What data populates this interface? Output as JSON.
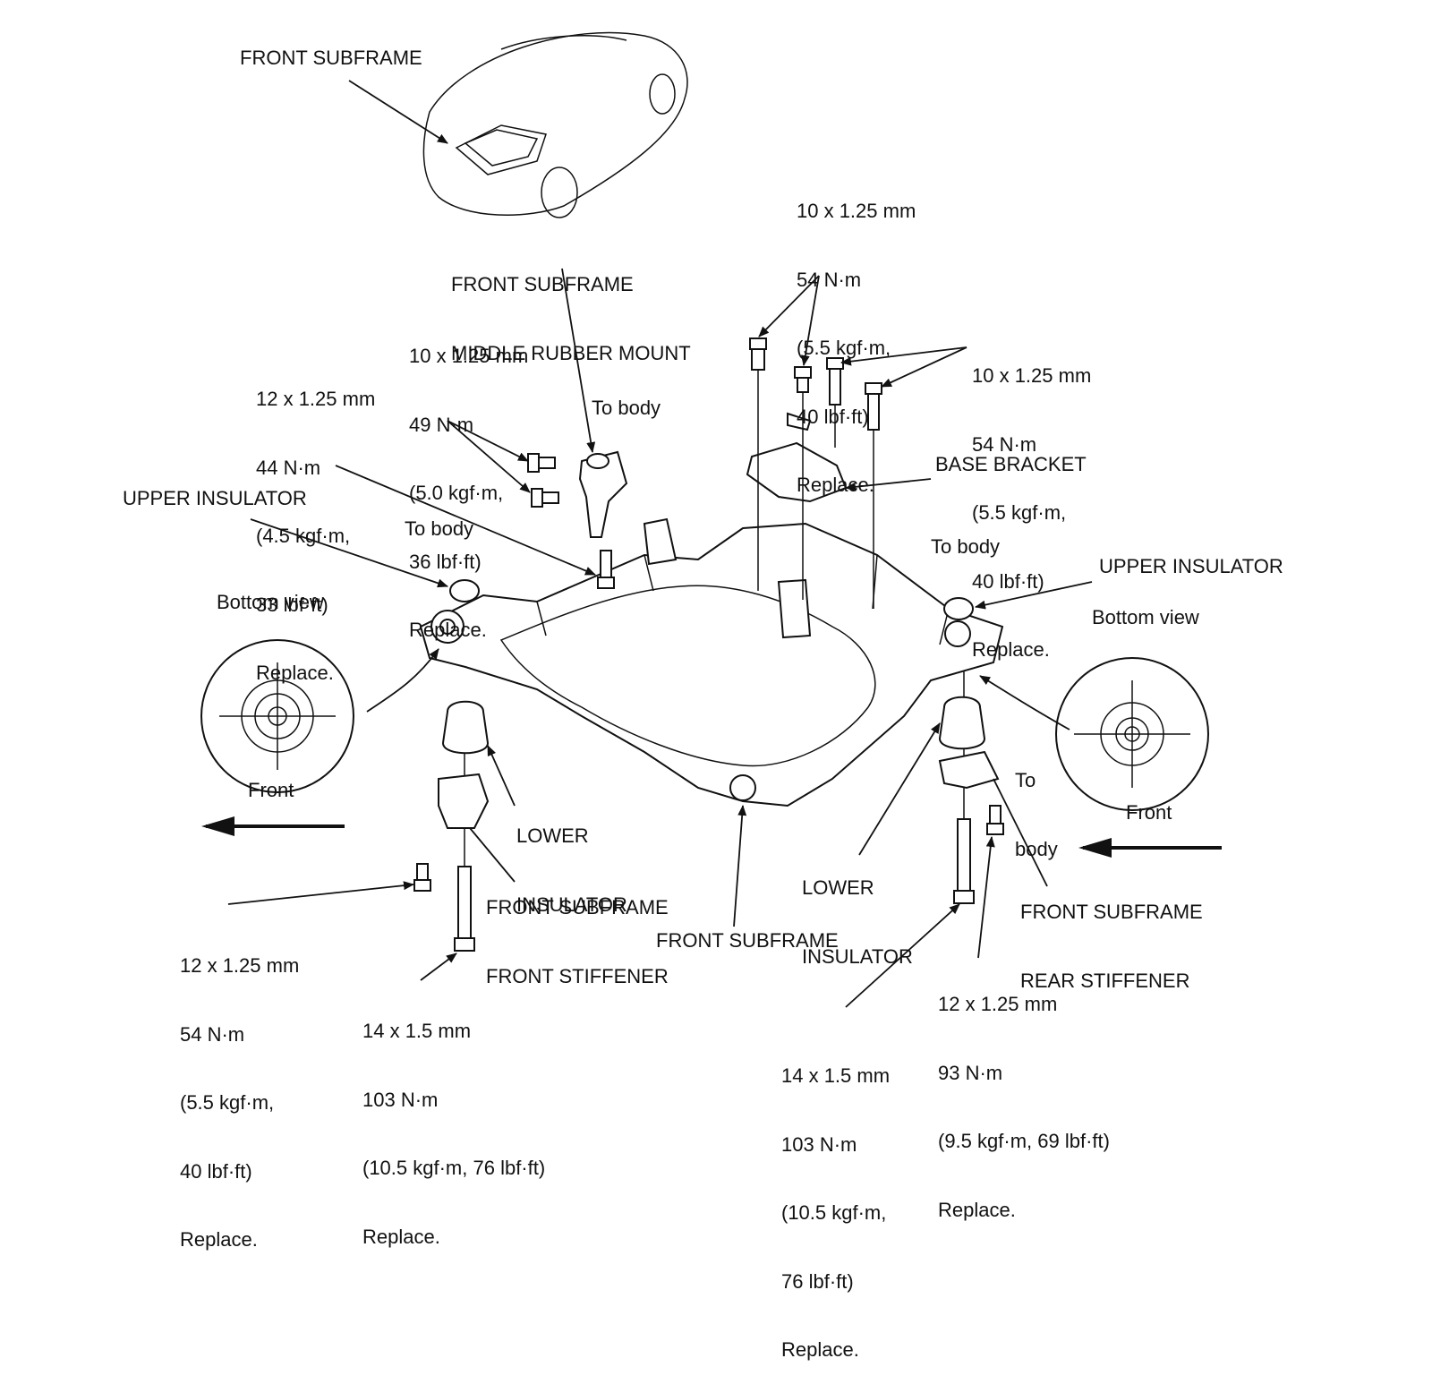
{
  "diagram": {
    "title_label": "FRONT SUBFRAME",
    "labels": {
      "front_subframe_top": "FRONT SUBFRAME",
      "middle_mount": [
        "FRONT SUBFRAME",
        "MIDDLE RUBBER MOUNT"
      ],
      "base_bracket": "BASE BRACKET",
      "upper_insulator_left": "UPPER INSULATOR",
      "upper_insulator_right": "UPPER INSULATOR",
      "to_body_mount": "To body",
      "to_body_left": "To body",
      "to_body_right": "To body",
      "to_body_rear_stiffener": [
        "To",
        "body"
      ],
      "bottom_view_left": "Bottom view",
      "bottom_view_right": "Bottom view",
      "front_left": "Front",
      "front_right": "Front",
      "lower_insulator_left": [
        "LOWER",
        "INSULATOR"
      ],
      "lower_insulator_right": [
        "LOWER",
        "INSULATOR"
      ],
      "front_stiffener": [
        "FRONT SUBFRAME",
        "FRONT STIFFENER"
      ],
      "rear_stiffener": [
        "FRONT SUBFRAME",
        "REAR STIFFENER"
      ],
      "front_subframe_bottom": "FRONT SUBFRAME"
    },
    "torque_specs": {
      "top_center": [
        "10 x 1.25 mm",
        "54 N·m",
        "(5.5 kgf·m,",
        "40 lbf·ft)",
        "Replace."
      ],
      "top_right": [
        "10 x 1.25 mm",
        "54 N·m",
        "(5.5 kgf·m,",
        "40 lbf·ft)",
        "Replace."
      ],
      "mount_bolts": [
        "10 x 1.25 mm",
        "49 N·m",
        "(5.0 kgf·m,",
        "36 lbf·ft)",
        "Replace."
      ],
      "mount_lower_bolt": [
        "12 x 1.25 mm",
        "44 N·m",
        "(4.5 kgf·m,",
        "33 lbf·ft)",
        "Replace."
      ],
      "front_stiffener_bolt": [
        "12 x 1.25 mm",
        "54 N·m",
        "(5.5 kgf·m,",
        "40 lbf·ft)",
        "Replace."
      ],
      "front_long_bolt": [
        "14 x 1.5 mm",
        "103 N·m",
        "(10.5 kgf·m, 76 lbf·ft)",
        "Replace."
      ],
      "rear_long_bolt": [
        "14 x 1.5 mm",
        "103 N·m",
        "(10.5 kgf·m,",
        "76 lbf·ft)",
        "Replace."
      ],
      "rear_stiffener_bolt": [
        "12 x 1.25 mm",
        "93 N·m",
        "(9.5 kgf·m, 69 lbf·ft)",
        "Replace."
      ]
    }
  }
}
